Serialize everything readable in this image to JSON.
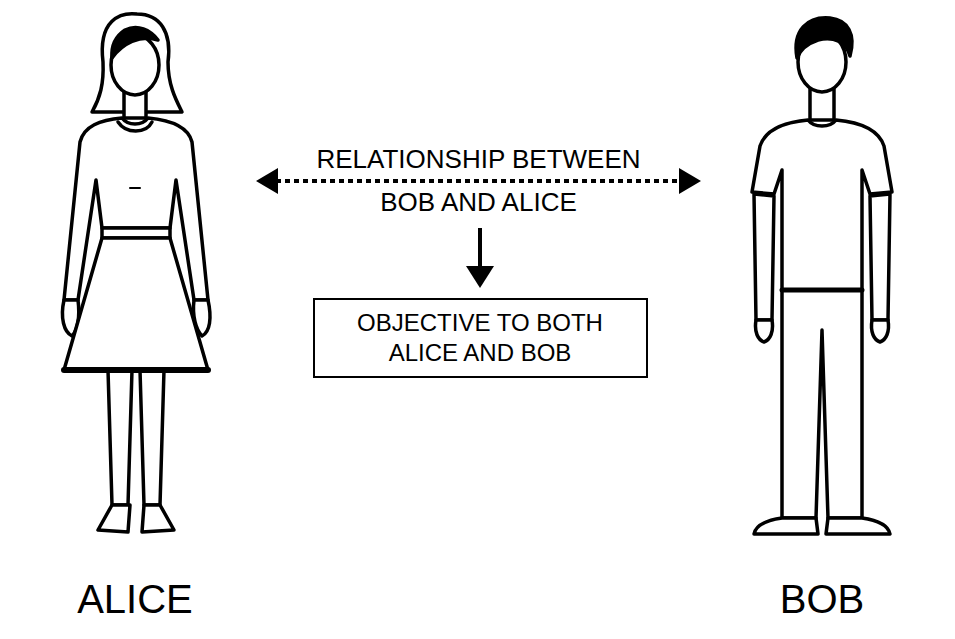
{
  "diagram": {
    "nodes": [
      {
        "text": [
          "ALICE"
        ]
      },
      {
        "text": [
          "OBJECTIVE TO BOTH ALICE AND BOB"
        ]
      },
      {
        "text": [
          "BOB"
        ]
      }
    ],
    "edges": [
      {
        "from": 0,
        "to": 2,
        "label": "RELATIONSHIP BETWEEN BOB AND ALICE",
        "arrow": "both"
      }
    ]
  }
}
